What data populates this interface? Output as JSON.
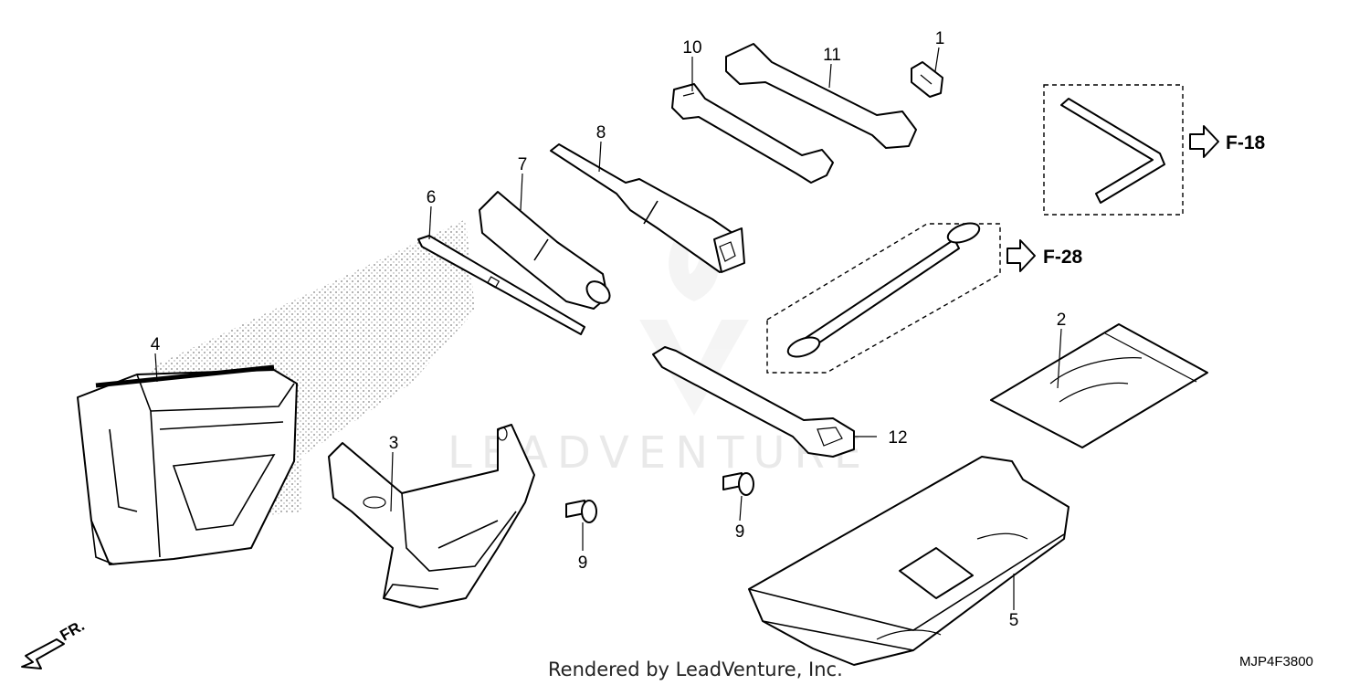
{
  "callouts": [
    "1",
    "2",
    "3",
    "4",
    "5",
    "6",
    "7",
    "8",
    "9",
    "9",
    "10",
    "11",
    "12"
  ],
  "references": {
    "hex_wrench_ref": "F-18",
    "cable_ref": "F-28"
  },
  "direction_label": "FR.",
  "footer": {
    "rendered_by": "Rendered by LeadVenture, Inc.",
    "diagram_code": "MJP4F3800"
  },
  "watermark": "LEADVENTURE"
}
